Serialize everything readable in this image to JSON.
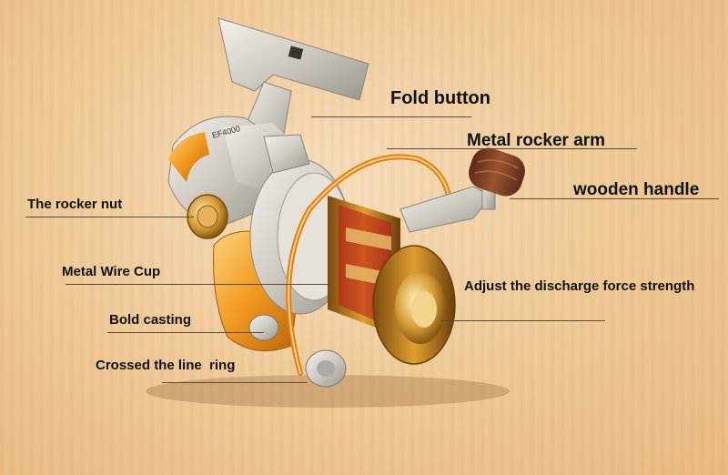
{
  "reel": {
    "model_text": "EF4000",
    "colors": {
      "background": "#f0cc9b",
      "silver": "#d9d6cf",
      "orange": "#f0981e",
      "gold": "#c98a2a",
      "wood": "#7a3b22"
    }
  },
  "labels": {
    "fold_button": "Fold button",
    "metal_rocker_arm": "Metal rocker arm",
    "wooden_handle": "wooden handle",
    "rocker_nut": "The rocker nut",
    "metal_wire_cup": "Metal Wire Cup",
    "discharge_force": "Adjust the discharge force strength",
    "bold_casting": "Bold casting",
    "line_ring": "Crossed the line  ring"
  }
}
